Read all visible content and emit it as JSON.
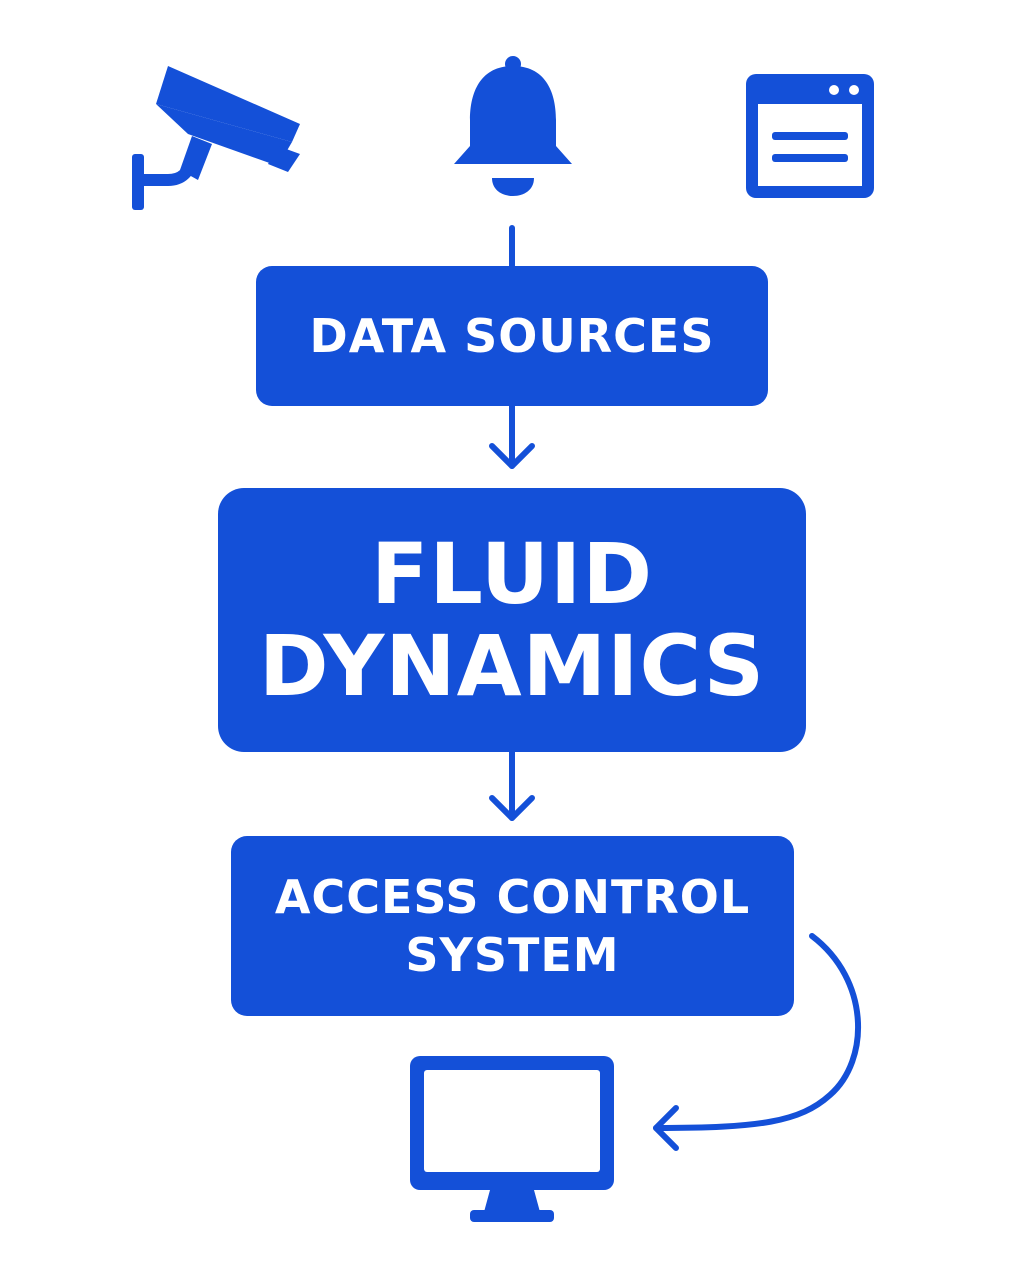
{
  "colors": {
    "primary": "#1450d8",
    "background": "#ffffff",
    "text_on_primary": "#ffffff"
  },
  "icons": {
    "top_left": "security-camera-icon",
    "top_center": "bell-icon",
    "top_right": "browser-window-icon",
    "bottom": "monitor-icon"
  },
  "boxes": {
    "data_sources": {
      "label": "DATA SOURCES"
    },
    "fluid_dynamics": {
      "line1": "FLUID",
      "line2": "DYNAMICS"
    },
    "access_control": {
      "line1": "ACCESS CONTROL",
      "line2": "SYSTEM"
    }
  }
}
